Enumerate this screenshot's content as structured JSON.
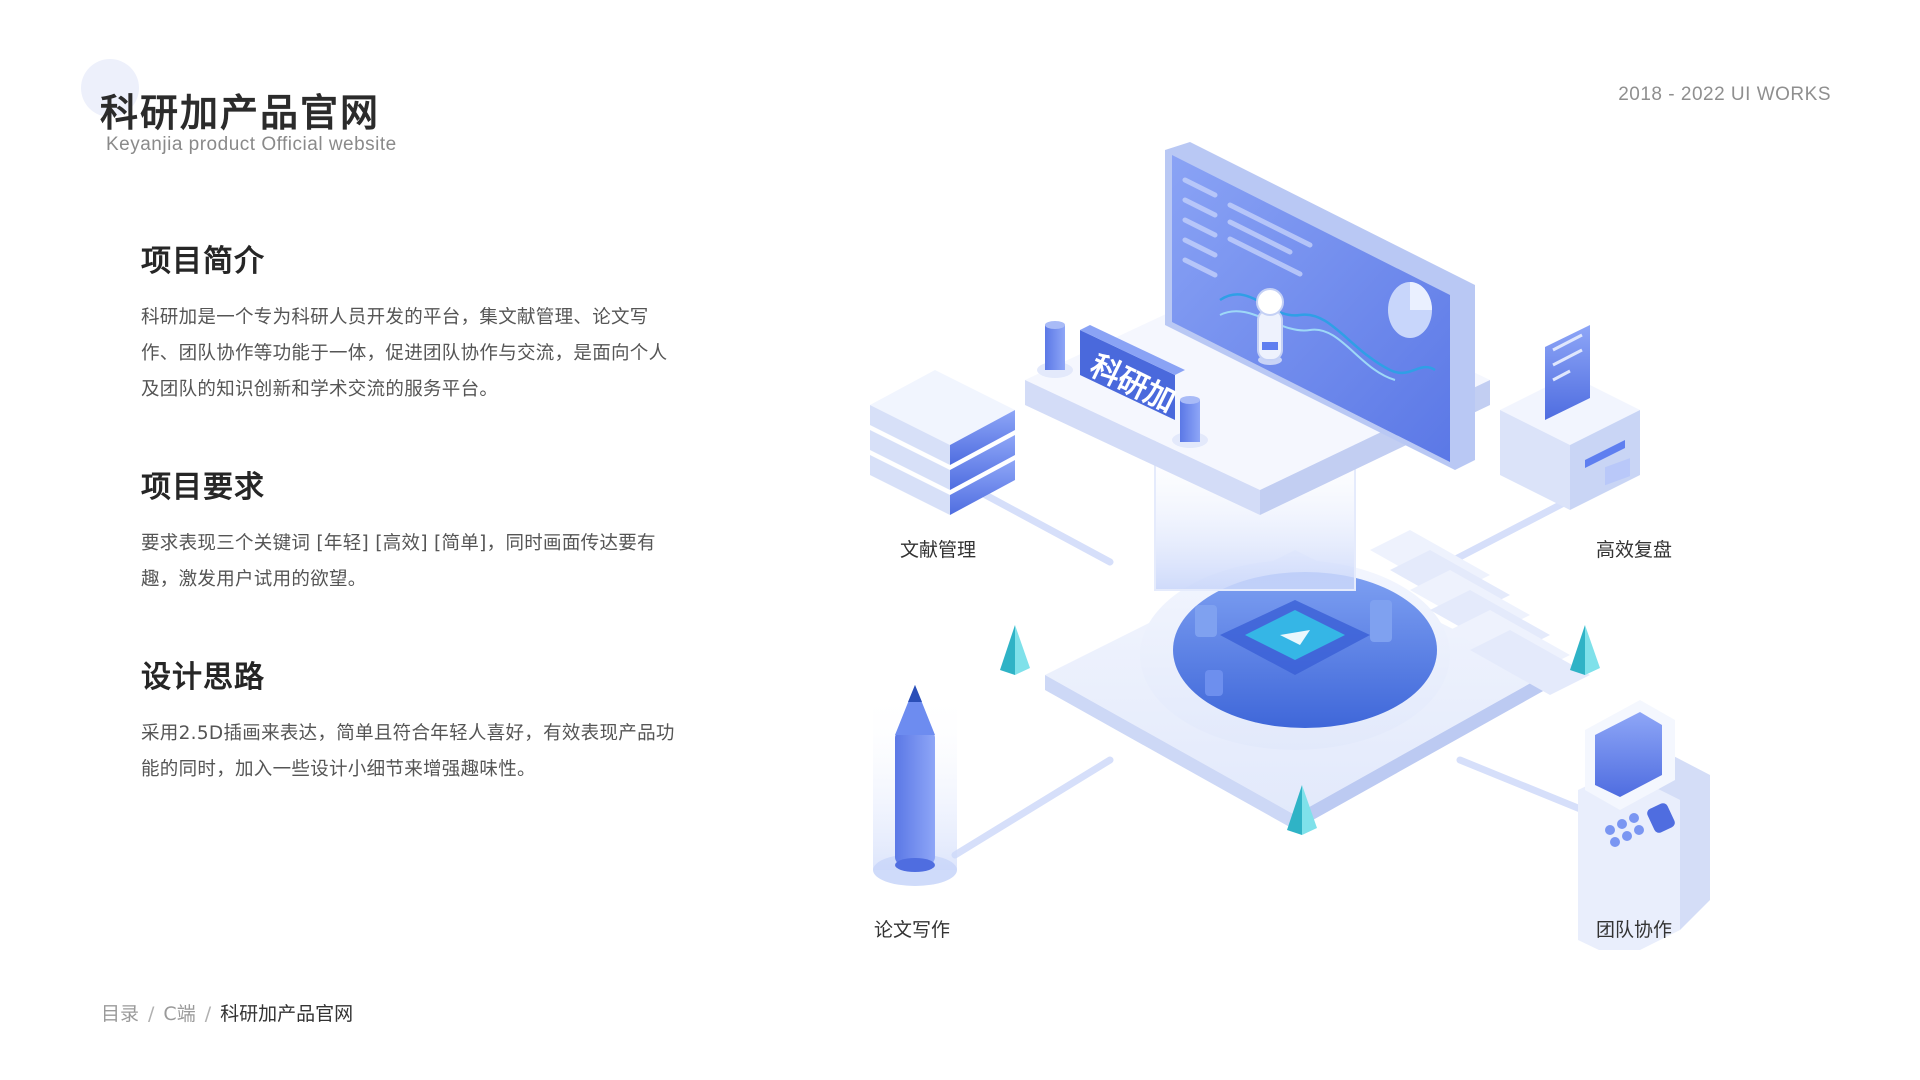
{
  "header": {
    "title": "科研加产品官网",
    "subtitle": "Keyanjia product Official website",
    "works_label": "2018 - 2022 UI WORKS"
  },
  "sections": [
    {
      "heading": "项目简介",
      "body": "科研加是一个专为科研人员开发的平台，集文献管理、论文写作、团队协作等功能于一体，促进团队协作与交流，是面向个人及团队的知识创新和学术交流的服务平台。"
    },
    {
      "heading": "项目要求",
      "body": "要求表现三个关键词 [年轻] [高效] [简单]，同时画面传达要有趣，激发用户试用的欲望。"
    },
    {
      "heading": "设计思路",
      "body": "采用2.5D插画来表达，简单且符合年轻人喜好，有效表现产品功能的同时，加入一些设计小细节来增强趣味性。"
    }
  ],
  "illustration": {
    "center_logo_text": "科研加",
    "labels": {
      "literature": "文献管理",
      "review": "高效复盘",
      "writing": "论文写作",
      "team": "团队协作"
    }
  },
  "breadcrumb": {
    "items": [
      "目录",
      "C端",
      "科研加产品官网"
    ],
    "separator": "/"
  },
  "colors": {
    "accent_blue": "#5f7ff0",
    "light_blue": "#dfe7fb",
    "cyan": "#43c7d6",
    "title_text": "#2b2b2b",
    "body_text": "#555555"
  }
}
